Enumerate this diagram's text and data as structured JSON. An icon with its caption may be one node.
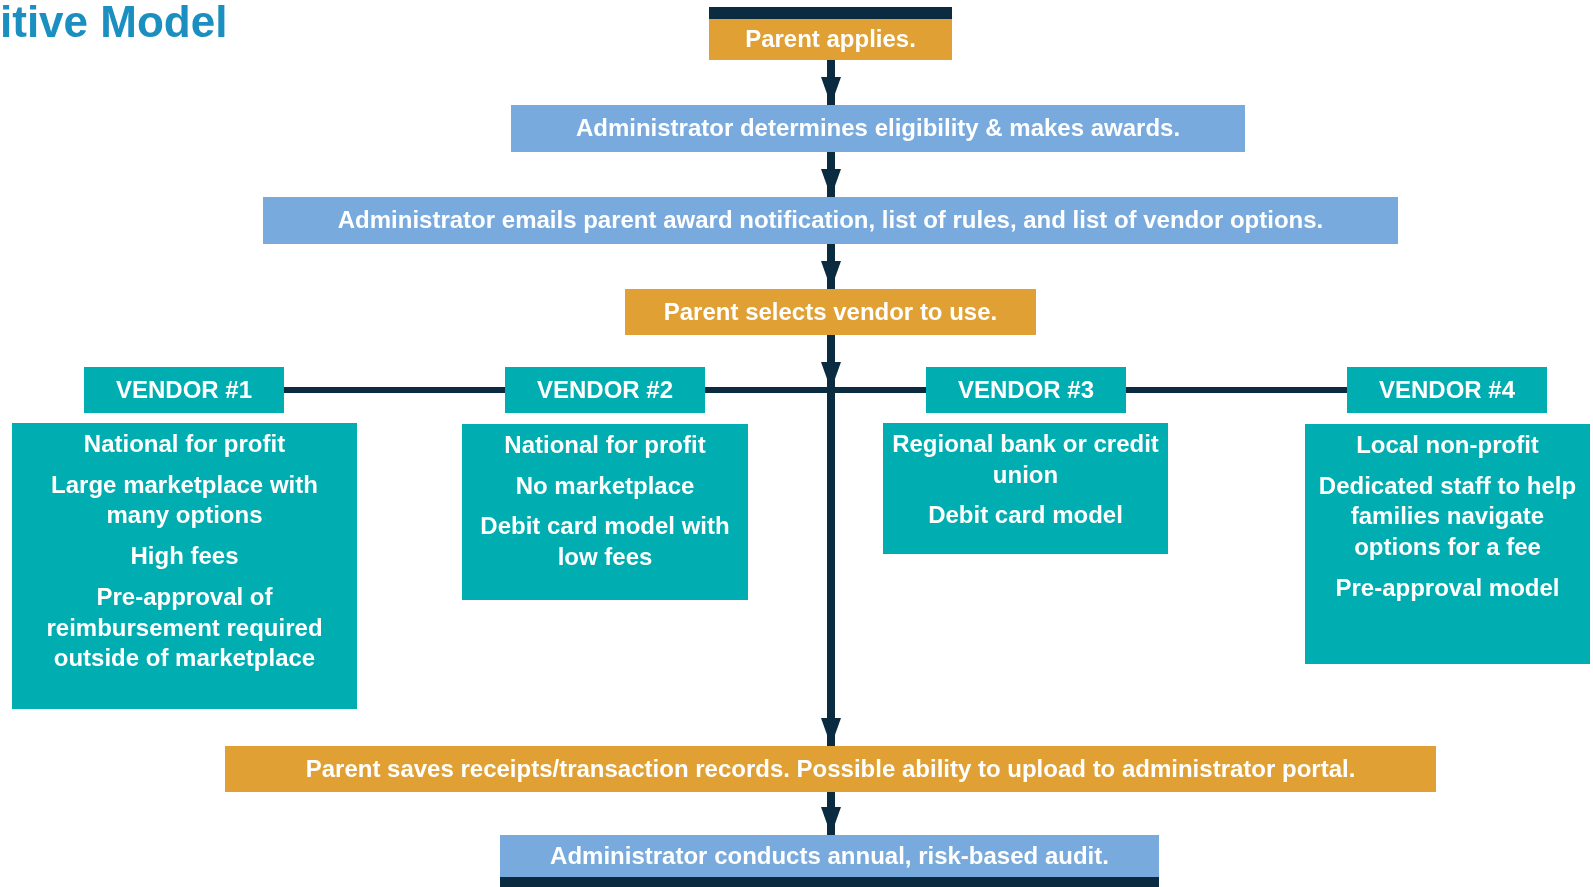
{
  "diagram": {
    "title": "itive Model",
    "nodes": [
      {
        "text": [
          "Parent applies."
        ]
      },
      {
        "text": [
          "Administrator determines eligibility & makes awards."
        ]
      },
      {
        "text": [
          "Administrator emails parent award notification, list of rules, and list of vendor options."
        ]
      },
      {
        "text": [
          "Parent selects vendor to use."
        ]
      },
      {
        "text": [
          "VENDOR #1"
        ]
      },
      {
        "text": [
          "VENDOR #2"
        ]
      },
      {
        "text": [
          "VENDOR #3"
        ]
      },
      {
        "text": [
          "VENDOR #4"
        ]
      },
      {
        "text": [
          "National for profit",
          "Large marketplace with many options",
          "High fees",
          "Pre-approval of reimbursement required outside of marketplace"
        ]
      },
      {
        "text": [
          "National for profit",
          "No marketplace",
          "Debit card model with low fees"
        ]
      },
      {
        "text": [
          "Regional bank or credit union",
          "Debit card model"
        ]
      },
      {
        "text": [
          "Local non-profit",
          "Dedicated staff to help families navigate options for a fee",
          "Pre-approval model"
        ]
      },
      {
        "text": [
          "Parent saves receipts/transaction records. Possible ability to upload to administrator portal."
        ]
      },
      {
        "text": [
          "Administrator conducts annual, risk-based audit."
        ]
      }
    ],
    "edges": [
      {
        "from": 0,
        "to": 1,
        "arrow": "to"
      },
      {
        "from": 1,
        "to": 2,
        "arrow": "to"
      },
      {
        "from": 2,
        "to": 3,
        "arrow": "to"
      },
      {
        "from": 3,
        "to": 12,
        "arrow": "to"
      },
      {
        "from": 4,
        "to": 5,
        "arrow": "none"
      },
      {
        "from": 5,
        "to": 6,
        "arrow": "none"
      },
      {
        "from": 6,
        "to": 7,
        "arrow": "none"
      },
      {
        "from": 12,
        "to": 13,
        "arrow": "to"
      }
    ]
  }
}
